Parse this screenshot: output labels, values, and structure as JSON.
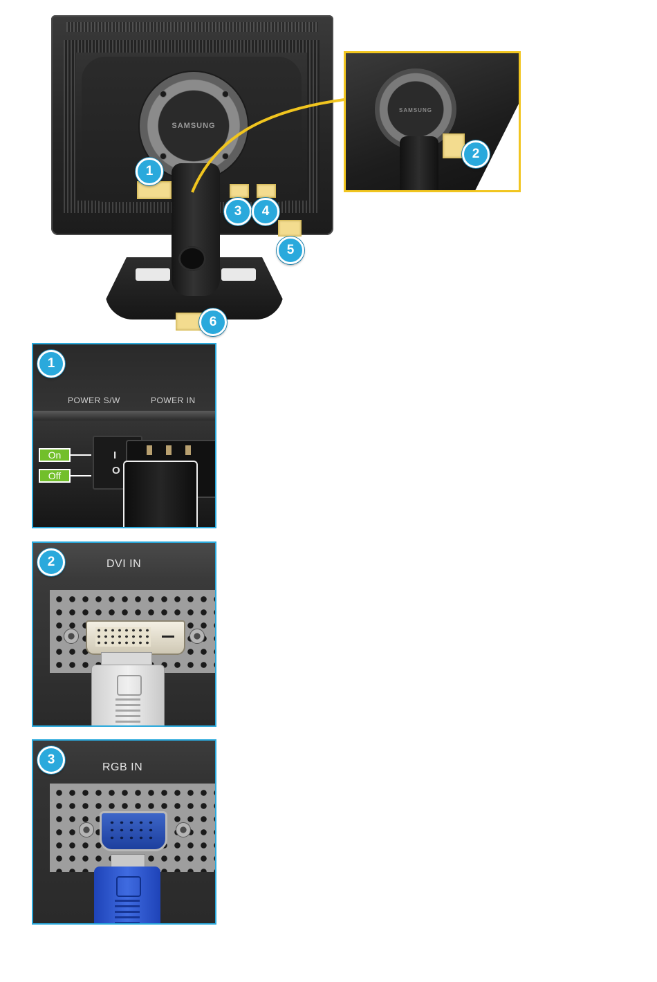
{
  "hero": {
    "brand_text": "SAMSUNG",
    "zoom_brand_text": "SAMSUNG",
    "badges": [
      "1",
      "2",
      "3",
      "4",
      "5",
      "6"
    ]
  },
  "panels": [
    {
      "badge": "1",
      "silk_left": "POWER S/W",
      "silk_right": "POWER IN",
      "switch_on_symbol": "I",
      "switch_off_symbol": "O",
      "on_label": "On",
      "off_label": "Off"
    },
    {
      "badge": "2",
      "port_label": "DVI IN"
    },
    {
      "badge": "3",
      "port_label": "RGB IN"
    }
  ],
  "colors": {
    "badge": "#2aa9dc",
    "highlight_tag": "#f3dc8f",
    "zoom_frame": "#f1c51f",
    "chip_green": "#72bf2b"
  }
}
